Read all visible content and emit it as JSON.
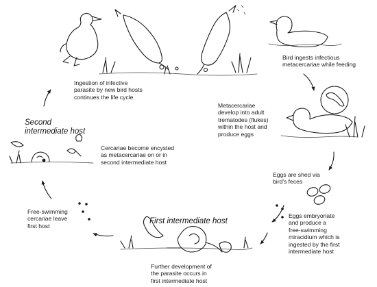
{
  "hosts": {
    "second": "Second\nintermediate host",
    "first": "First intermediate host"
  },
  "captions": {
    "ingestion": "Ingestion of infective\nparasite by new bird hosts\ncontinues the life cycle",
    "bird_ingests": "Bird ingests infectious\nmetacercariae while feeding",
    "metacercariae": "Metacercariae\ndevelop into adult\ntrematodes (flukes)\nwithin the host and\nproduce eggs",
    "cercariae_encyst": "Cercariae become encysted\nas metacercariae on or in\nsecond intermediate host",
    "eggs_shed": "Eggs are shed via\nbird's feces",
    "free_swimming": "Free-swimming\ncercariae leave\nfirst host",
    "eggs_embryonate": "Eggs embryonate\nand produce a\nfree-swimming\nmiracidium which is\ningested by the first\nintermediate host",
    "further_development": "Further development of\nthe parasite occurs in\nfirst intermediate host"
  },
  "icons": {
    "stages": [
      "duck-standing-icon",
      "duck-diving-icon",
      "duck-feeding-icon",
      "duck-swimming-icon",
      "fluke-icon",
      "duck-host-icon",
      "eggs-icon",
      "miracidium-icon",
      "snail-icon",
      "cercaria-icon",
      "encysted-snail-icon"
    ],
    "arrows": [
      "cycle-arrow-icon"
    ]
  },
  "colors": {
    "ink": "#1a1a1a",
    "background": "#ffffff"
  }
}
